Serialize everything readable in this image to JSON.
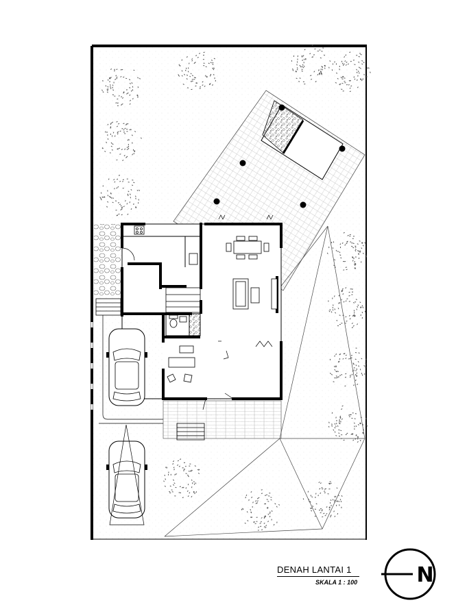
{
  "drawing": {
    "title": "DENAH LANTAI 1",
    "scale": "SKALA 1 : 100",
    "north_letter": "N"
  },
  "colors": {
    "line": "#000000",
    "paper": "#ffffff",
    "hatch": "#9a9a9a",
    "foliage": "#555555"
  }
}
